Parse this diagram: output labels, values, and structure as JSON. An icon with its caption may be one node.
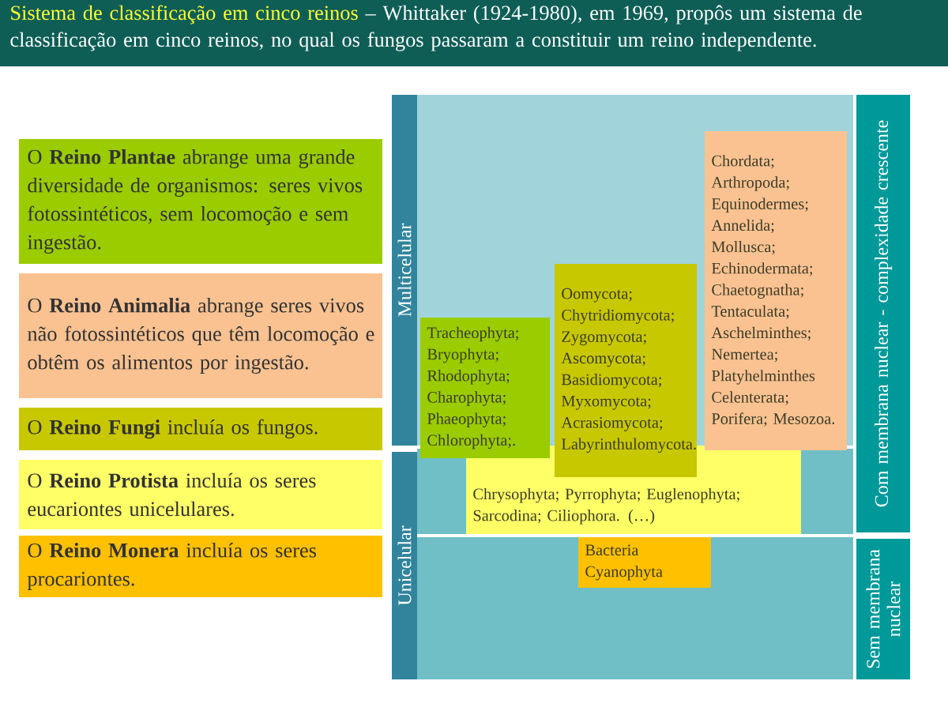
{
  "diagram": {
    "title": "Sistema de classificação em cinco reinos",
    "nodes": [
      {
        "text": [
          "O **Reino Plantae** abrange uma grande diversidade de organismos: seres vivos fotossintéticos, sem locomoção e sem ingestão."
        ]
      },
      {
        "text": [
          "O **Reino Animalia** abrange seres vivos não fotossintéticos que têm locomoção e obtêm os alimentos por ingestão."
        ]
      },
      {
        "text": [
          "O **Reino Fungi** incluía os fungos."
        ]
      },
      {
        "text": [
          "O **Reino Protista** incluía os seres eucariontes unicelulares."
        ]
      },
      {
        "text": [
          "O **Reino Monera** incluía os seres procariontes."
        ]
      },
      {
        "text": [
          "Multicelular"
        ]
      },
      {
        "text": [
          "Unicelular"
        ]
      },
      {
        "text": [
          "Tracheophyta; Bryophyta; Rhodophyta; Charophyta; Phaeophyta; Chlorophyta;."
        ]
      },
      {
        "text": [
          "Oomycota; Chytridiomycota; Zygomycota; Ascomycota; Basidiomycota; Myxomycota; Acrasiomycota; Labyrinthulomycota."
        ]
      },
      {
        "text": [
          "Chordata; Arthropoda; Equinodermes; Annelida; Mollusca; Echinodermata; Chaetognatha; Tentaculata; Aschelminthes; Nemertea; Platyhelminthes Celenterata; Porifera; Mesozoa."
        ]
      },
      {
        "text": [
          "Chrysophyta; Pyrrophyta; Euglenophyta; Sarcodina; Ciliophora. (…)"
        ]
      },
      {
        "text": [
          "Bacteria Cyanophyta"
        ]
      },
      {
        "text": [
          "Com membrana nuclear - complexidade crescente"
        ]
      },
      {
        "text": [
          "Sem membrana nuclear"
        ]
      }
    ],
    "labels": [
      "– Whittaker (1924-1980), em 1969, propôs um sistema de classificação em cinco reinos, no qual os fungos passaram a constituir um reino independente."
    ]
  }
}
